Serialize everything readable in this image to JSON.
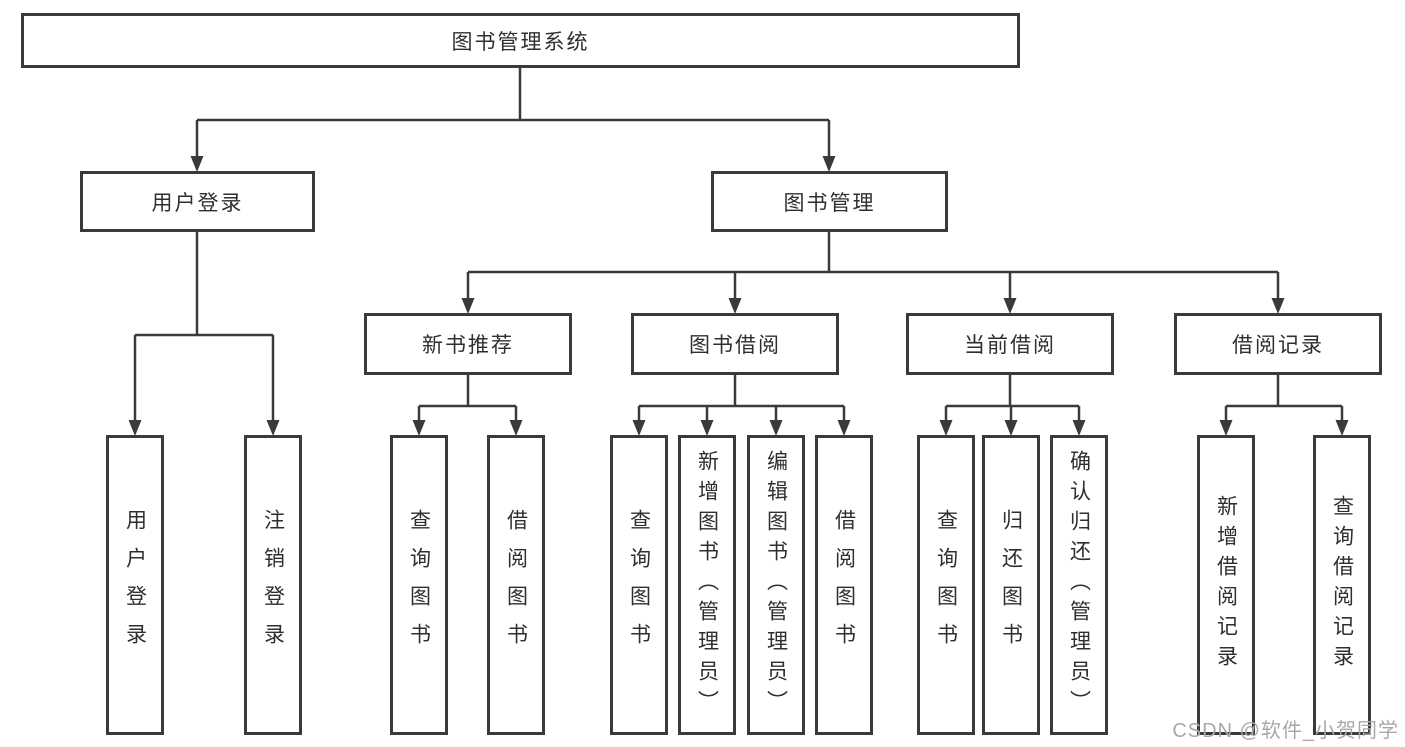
{
  "tree": {
    "label": "图书管理系统",
    "children": [
      {
        "label": "用户登录",
        "children": [
          {
            "label": "用户登录"
          },
          {
            "label": "注销登录"
          }
        ]
      },
      {
        "label": "图书管理",
        "children": [
          {
            "label": "新书推荐",
            "children": [
              {
                "label": "查询图书"
              },
              {
                "label": "借阅图书"
              }
            ]
          },
          {
            "label": "图书借阅",
            "children": [
              {
                "label": "查询图书"
              },
              {
                "label": "新增图书（管理员）"
              },
              {
                "label": "编辑图书（管理员）"
              },
              {
                "label": "借阅图书"
              }
            ]
          },
          {
            "label": "当前借阅",
            "children": [
              {
                "label": "查询图书"
              },
              {
                "label": "归还图书"
              },
              {
                "label": "确认归还（管理员）"
              }
            ]
          },
          {
            "label": "借阅记录",
            "children": [
              {
                "label": "新增借阅记录"
              },
              {
                "label": "查询借阅记录"
              }
            ]
          }
        ]
      }
    ]
  },
  "watermark": "CSDN @软件_小贺同学",
  "colors": {
    "line": "#3a3a3a",
    "box_border": "#3a3a3a",
    "text": "#2f2f2f",
    "watermark": "#a8a8a8",
    "background": "#ffffff"
  }
}
